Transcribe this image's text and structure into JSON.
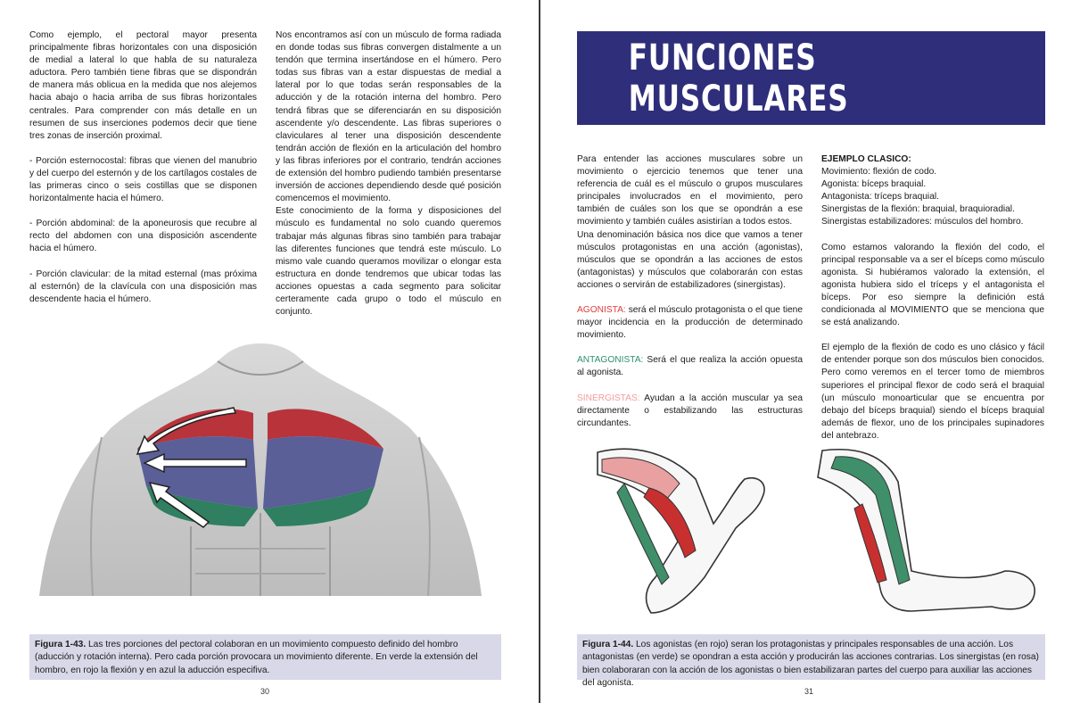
{
  "left_page": {
    "col1": [
      "Como ejemplo, el pectoral mayor presenta principalmente fibras horizontales con una disposición de medial a lateral lo que habla de su naturaleza aductora. Pero también tiene fibras que se dispondrán de manera más oblicua en la medida que nos alejemos hacia abajo o hacia arriba de sus fibras horizontales centrales. Para comprender con más detalle en un resumen de sus inserciones podemos decir que tiene tres zonas de inserción proximal.",
      "- Porción esternocostal: fibras que vienen del manubrio y del cuerpo del esternón y de los cartílagos costales de las primeras cinco o seis costillas que se disponen horizontalmente hacia el húmero.",
      "- Porción abdominal: de la aponeurosis que recubre al recto del abdomen con una disposición ascendente hacia el húmero.",
      "- Porción clavicular: de la mitad esternal (mas próxima al esternón) de la clavícula con una disposición mas descendente hacia el húmero."
    ],
    "col2": [
      "Nos encontramos así con un músculo de forma radiada en donde todas sus fibras convergen distalmente a un tendón que termina insertándose en el húmero. Pero todas sus fibras van a estar dispuestas de medial a lateral por lo que todas serán responsables de la aducción y de la rotación interna del hombro. Pero tendrá fibras que se diferenciarán en su disposición ascendente y/o descendente. Las fibras superiores o claviculares al tener una disposición descendente tendrán acción de flexión en la articulación del hombro y las fibras inferiores por el contrario, tendrán acciones de extensión del hombro pudiendo también presentarse inversión de acciones dependiendo desde qué posición comencemos el movimiento.",
      "Este conocimiento de la forma y disposiciones del músculo es fundamental no solo cuando queremos trabajar más algunas fibras sino también para trabajar las diferentes funciones que tendrá este músculo. Lo mismo vale cuando queramos movilizar o elongar esta estructura en donde tendremos que ubicar todas las acciones opuestas a cada segmento para solicitar certeramente cada grupo o todo el músculo en conjunto."
    ],
    "caption_label": "Figura 1-43.",
    "caption_text": " Las tres porciones del pectoral colaboran en un movimiento compuesto definido del hombro (aducción y rotación interna). Pero cada porción provocara un movimiento diferente. En verde la extensión del hombro, en rojo la flexión y en azul la aducción especifiva.",
    "page_number": "30"
  },
  "right_page": {
    "title": "FUNCIONES MUSCULARES",
    "col1_intro": "Para entender las acciones musculares sobre un movimiento o ejercicio tenemos que tener una referencia de cuál es el músculo o grupos musculares principales involucrados en el movimiento, pero también de cuáles son los que se opondrán a ese movimiento y también cuáles asistirían a todos estos.",
    "col1_intro2": "Una denominación básica nos dice que vamos a tener músculos protagonistas en una acción (agonistas), músculos que se opondrán a las acciones de estos (antagonistas) y músculos que colaborarán con estas acciones o servirán de estabilizadores (sinergistas).",
    "agonista_term": "AGONISTA:",
    "agonista_text": " será el músculo protagonista o el que tiene mayor incidencia en la producción de determinado movimiento.",
    "antagonista_term": "ANTAGONISTA:",
    "antagonista_text": " Será el que realiza la acción opuesta al agonista.",
    "sinergistas_term": "SINERGISTAS:",
    "sinergistas_text": " Ayudan a la acción muscular ya sea directamente o estabilizando las estructuras circundantes.",
    "example_heading": "EJEMPLO CLASICO:",
    "example_lines": [
      "Movimiento: flexión de codo.",
      "Agonista: bíceps braquial.",
      "Antagonista: tríceps braquial.",
      "Sinergistas de la flexión: braquial, braquioradial.",
      "Sinergistas estabilizadores: músculos del hombro."
    ],
    "col2_p1": "Como estamos valorando la flexión del codo, el principal responsable va a ser el bíceps como músculo agonista. Si hubiéramos valorado la extensión, el agonista hubiera sido el tríceps y el antagonista el bíceps. Por eso siempre la definición está condicionada al MOVIMIENTO que se menciona que se está analizando.",
    "col2_p2": "El ejemplo de la flexión de codo es uno clásico y fácil de entender porque son dos músculos bien conocidos. Pero como veremos en el tercer tomo de miembros superiores el principal flexor de codo será el braquial (un músculo monoarticular que se encuentra por debajo del bíceps braquial) siendo el bíceps braquial además de flexor, uno de los principales supinadores del antebrazo.",
    "caption_label": "Figura 1-44.",
    "caption_text": " Los agonistas (en rojo) seran los protagonistas y principales responsables de una acción. Los antagonistas (en verde) se opondran a esta acción y producirán las acciones contrarias. Los sinergistas (en rosa) bien colaboraran con la acción de los agonistas o bien estabilizaran partes del cuerpo para auxiliar las acciones del agonista.",
    "page_number": "31"
  },
  "colors": {
    "banner": "#2e2e7a",
    "caption_bg": "#d8d8e8",
    "agonist_red": "#c62f2f",
    "antagonist_green": "#3f8f6a",
    "synergist_pink": "#e89a9a",
    "adduction_blue": "#55619a"
  }
}
